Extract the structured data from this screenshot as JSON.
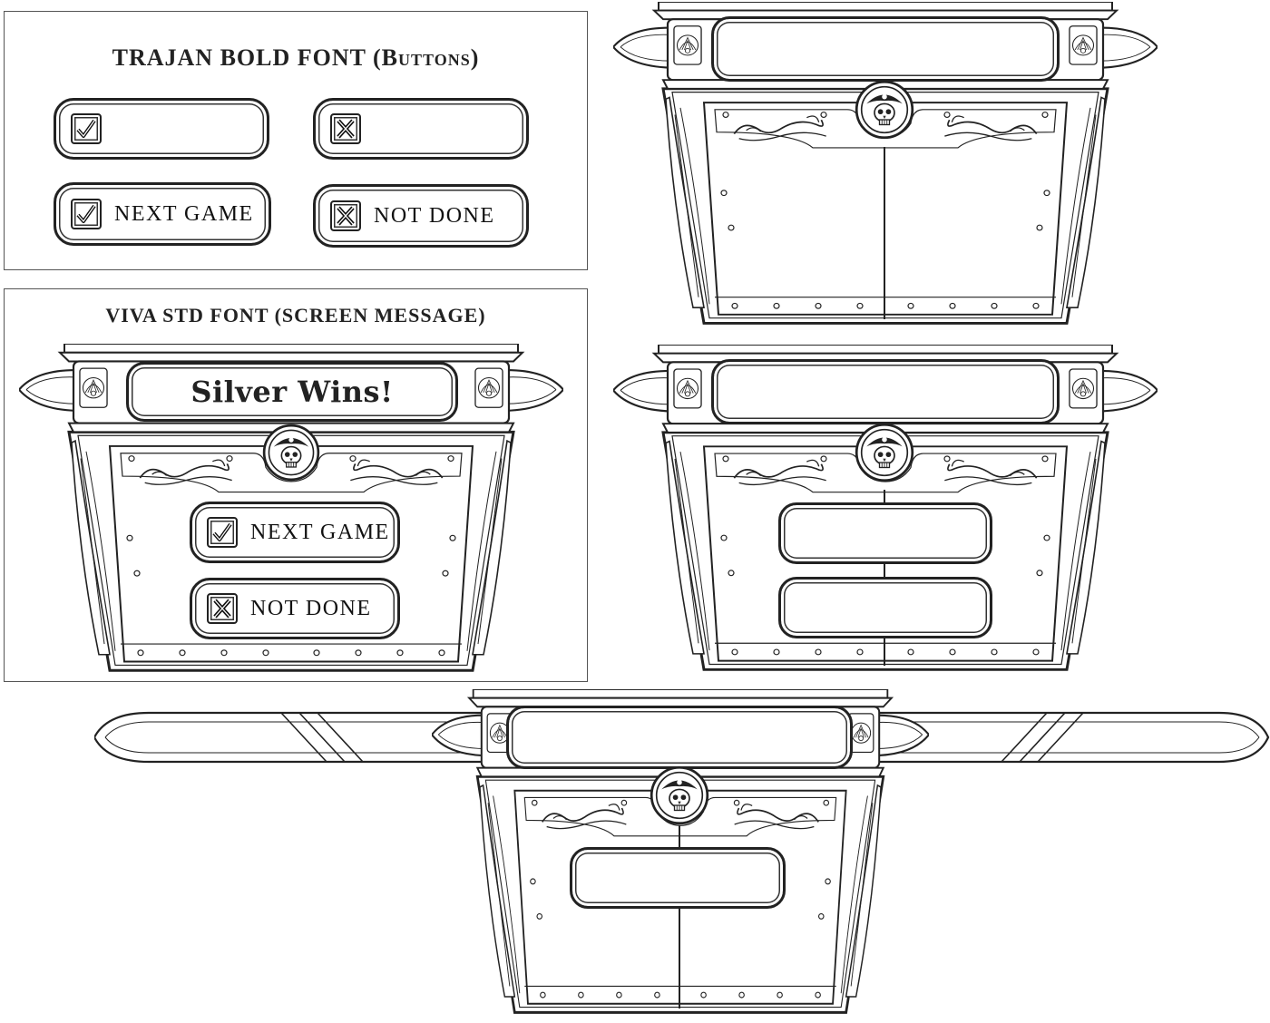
{
  "panels": {
    "buttons": {
      "caption_main": "TRAJAN BOLD FONT",
      "caption_sub": "(Buttons)"
    },
    "message": {
      "caption_main": "VIVA STD FONT",
      "caption_sub": "(SCREEN MESSAGE)"
    }
  },
  "buttons": {
    "next_game_label": "NEXT GAME",
    "not_done_label": "NOT DONE"
  },
  "screen_message": "Silver Wins!",
  "icons": {
    "confirm": "checkmark-icon",
    "cancel": "x-mark-icon",
    "emblem": "pirate-skull-icon"
  },
  "colors": {
    "ink": "#1a1a1a",
    "paper": "#ffffff"
  }
}
